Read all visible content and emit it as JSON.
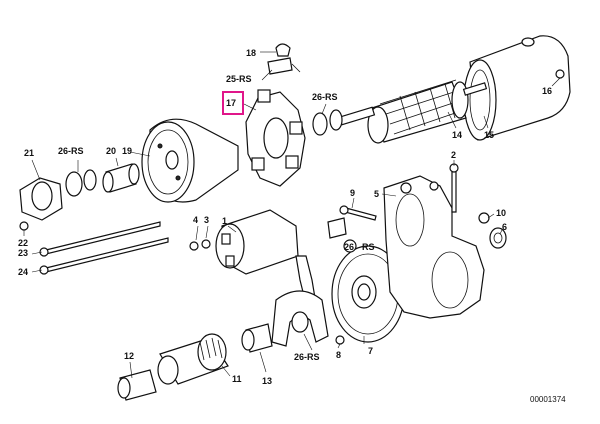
{
  "diagram": {
    "highlighted_callout": "17",
    "highlight_color": "#e0168a",
    "document_number": "00001374",
    "callouts": {
      "c1": "1",
      "c2": "2",
      "c3": "3",
      "c4": "4",
      "c5": "5",
      "c6": "6",
      "c7": "7",
      "c8": "8",
      "c9": "9",
      "c10": "10",
      "c11": "11",
      "c12": "12",
      "c13": "13",
      "c14": "14",
      "c15": "15",
      "c16": "16",
      "c17": "17",
      "c18": "18",
      "c19": "19",
      "c20": "20",
      "c21": "21",
      "c22": "22",
      "c23": "23",
      "c24": "24",
      "c25": "25-RS",
      "c26a": "26-RS",
      "c26b": "26-RS",
      "c26c": "26-RS",
      "c26d": "26",
      "rs": "RS"
    }
  }
}
